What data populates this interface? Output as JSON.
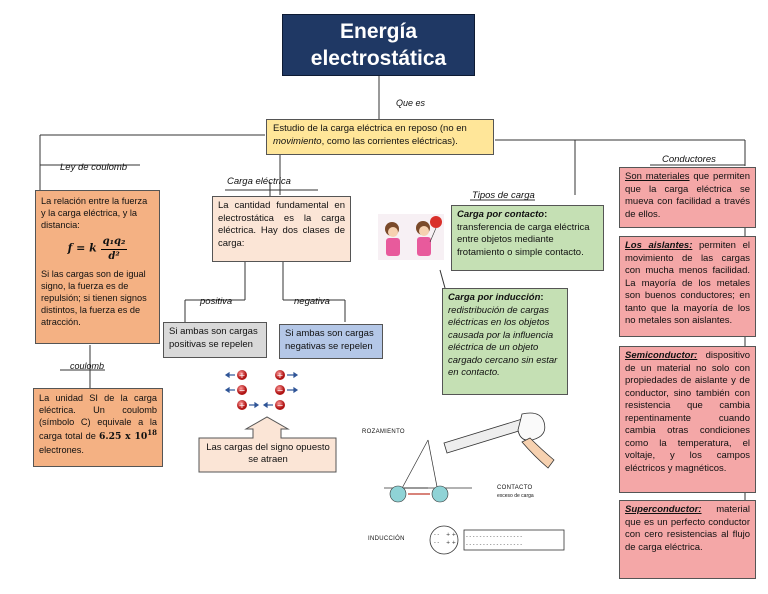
{
  "title": {
    "line1": "Energía",
    "line2": "electrostática"
  },
  "links": {
    "que_es": "Que es",
    "ley_coulomb": "Ley de coulomb",
    "carga_electrica": "Carga eléctrica",
    "tipos_carga": "Tipos de carga",
    "conductores": "Conductores",
    "positiva": "positiva",
    "negativa": "negativa",
    "coulomb": "coulomb"
  },
  "definition": {
    "part1": "Estudio de la carga eléctrica en reposo (no en",
    "italic": "movimiento",
    "part2": ", como las corrientes eléctricas)."
  },
  "coulomb_law": {
    "intro": "La relación entre la fuerza y la carga eléctrica, y la distancia:",
    "formula_lhs": "f = k",
    "formula_num": "q₁q₂",
    "formula_den": "d²",
    "rule": "Si las cargas son de igual signo, la fuerza es de repulsión; si tienen signos distintos, la fuerza es de atracción."
  },
  "coulomb_unit": {
    "text": "La unidad SI de la carga eléctrica. Un coulomb (símbolo C) equivale a la carga total de",
    "value": "6.25 x 10",
    "exp": "18",
    "tail": "electrones."
  },
  "charge": {
    "text": "La cantidad fundamental en electrostática es la carga eléctrica. Hay dos clases de carga:"
  },
  "positive_box": "Si ambas son cargas positivas se repelen",
  "negative_box": "Si ambas son cargas negativas se repelen",
  "attract_box": "Las cargas del signo opuesto se atraen",
  "contact": {
    "title": "Carga por contacto",
    "text": "transferencia de carga eléctrica entre objetos mediante frotamiento o simple contacto."
  },
  "induction": {
    "title": "Carga por inducción",
    "text": "redistribución de cargas eléctricas en los objetos causada por la influencia eléctrica de un objeto cargado cercano sin estar en contacto."
  },
  "conductors": {
    "underlined": "Son materiales",
    "text": " que permiten que la carga eléctrica se mueva con facilidad a través de ellos."
  },
  "insulators": {
    "title": "Los aislantes:",
    "text": " permiten el movimiento de las cargas con mucha menos facilidad. La mayoría de los metales son buenos conductores; en tanto que la mayoría de los no metales son aislantes."
  },
  "semiconductor": {
    "title": "Semiconductor:",
    "text": " dispositivo de un material no solo con propiedades de aislante y de conductor, sino también con resistencia que cambia repentinamente cuando cambia otras condiciones como la temperatura, el voltaje, y los campos eléctricos y magnéticos."
  },
  "superconductor": {
    "title": "Superconductor:",
    "text": " material que es un perfecto conductor con cero resistencias al flujo de carga eléctrica."
  },
  "figure_labels": {
    "rozamiento": "ROZAMIENTO",
    "contacto": "CONTACTO",
    "contacto_sub": "exceso de carga",
    "induccion": "INDUCCIÓN"
  },
  "colors": {
    "title_bg": "#1f3864",
    "definition_bg": "#ffe699",
    "orange": "#f4b183",
    "green": "#c5e0b4",
    "pink": "#f4a7a7"
  }
}
